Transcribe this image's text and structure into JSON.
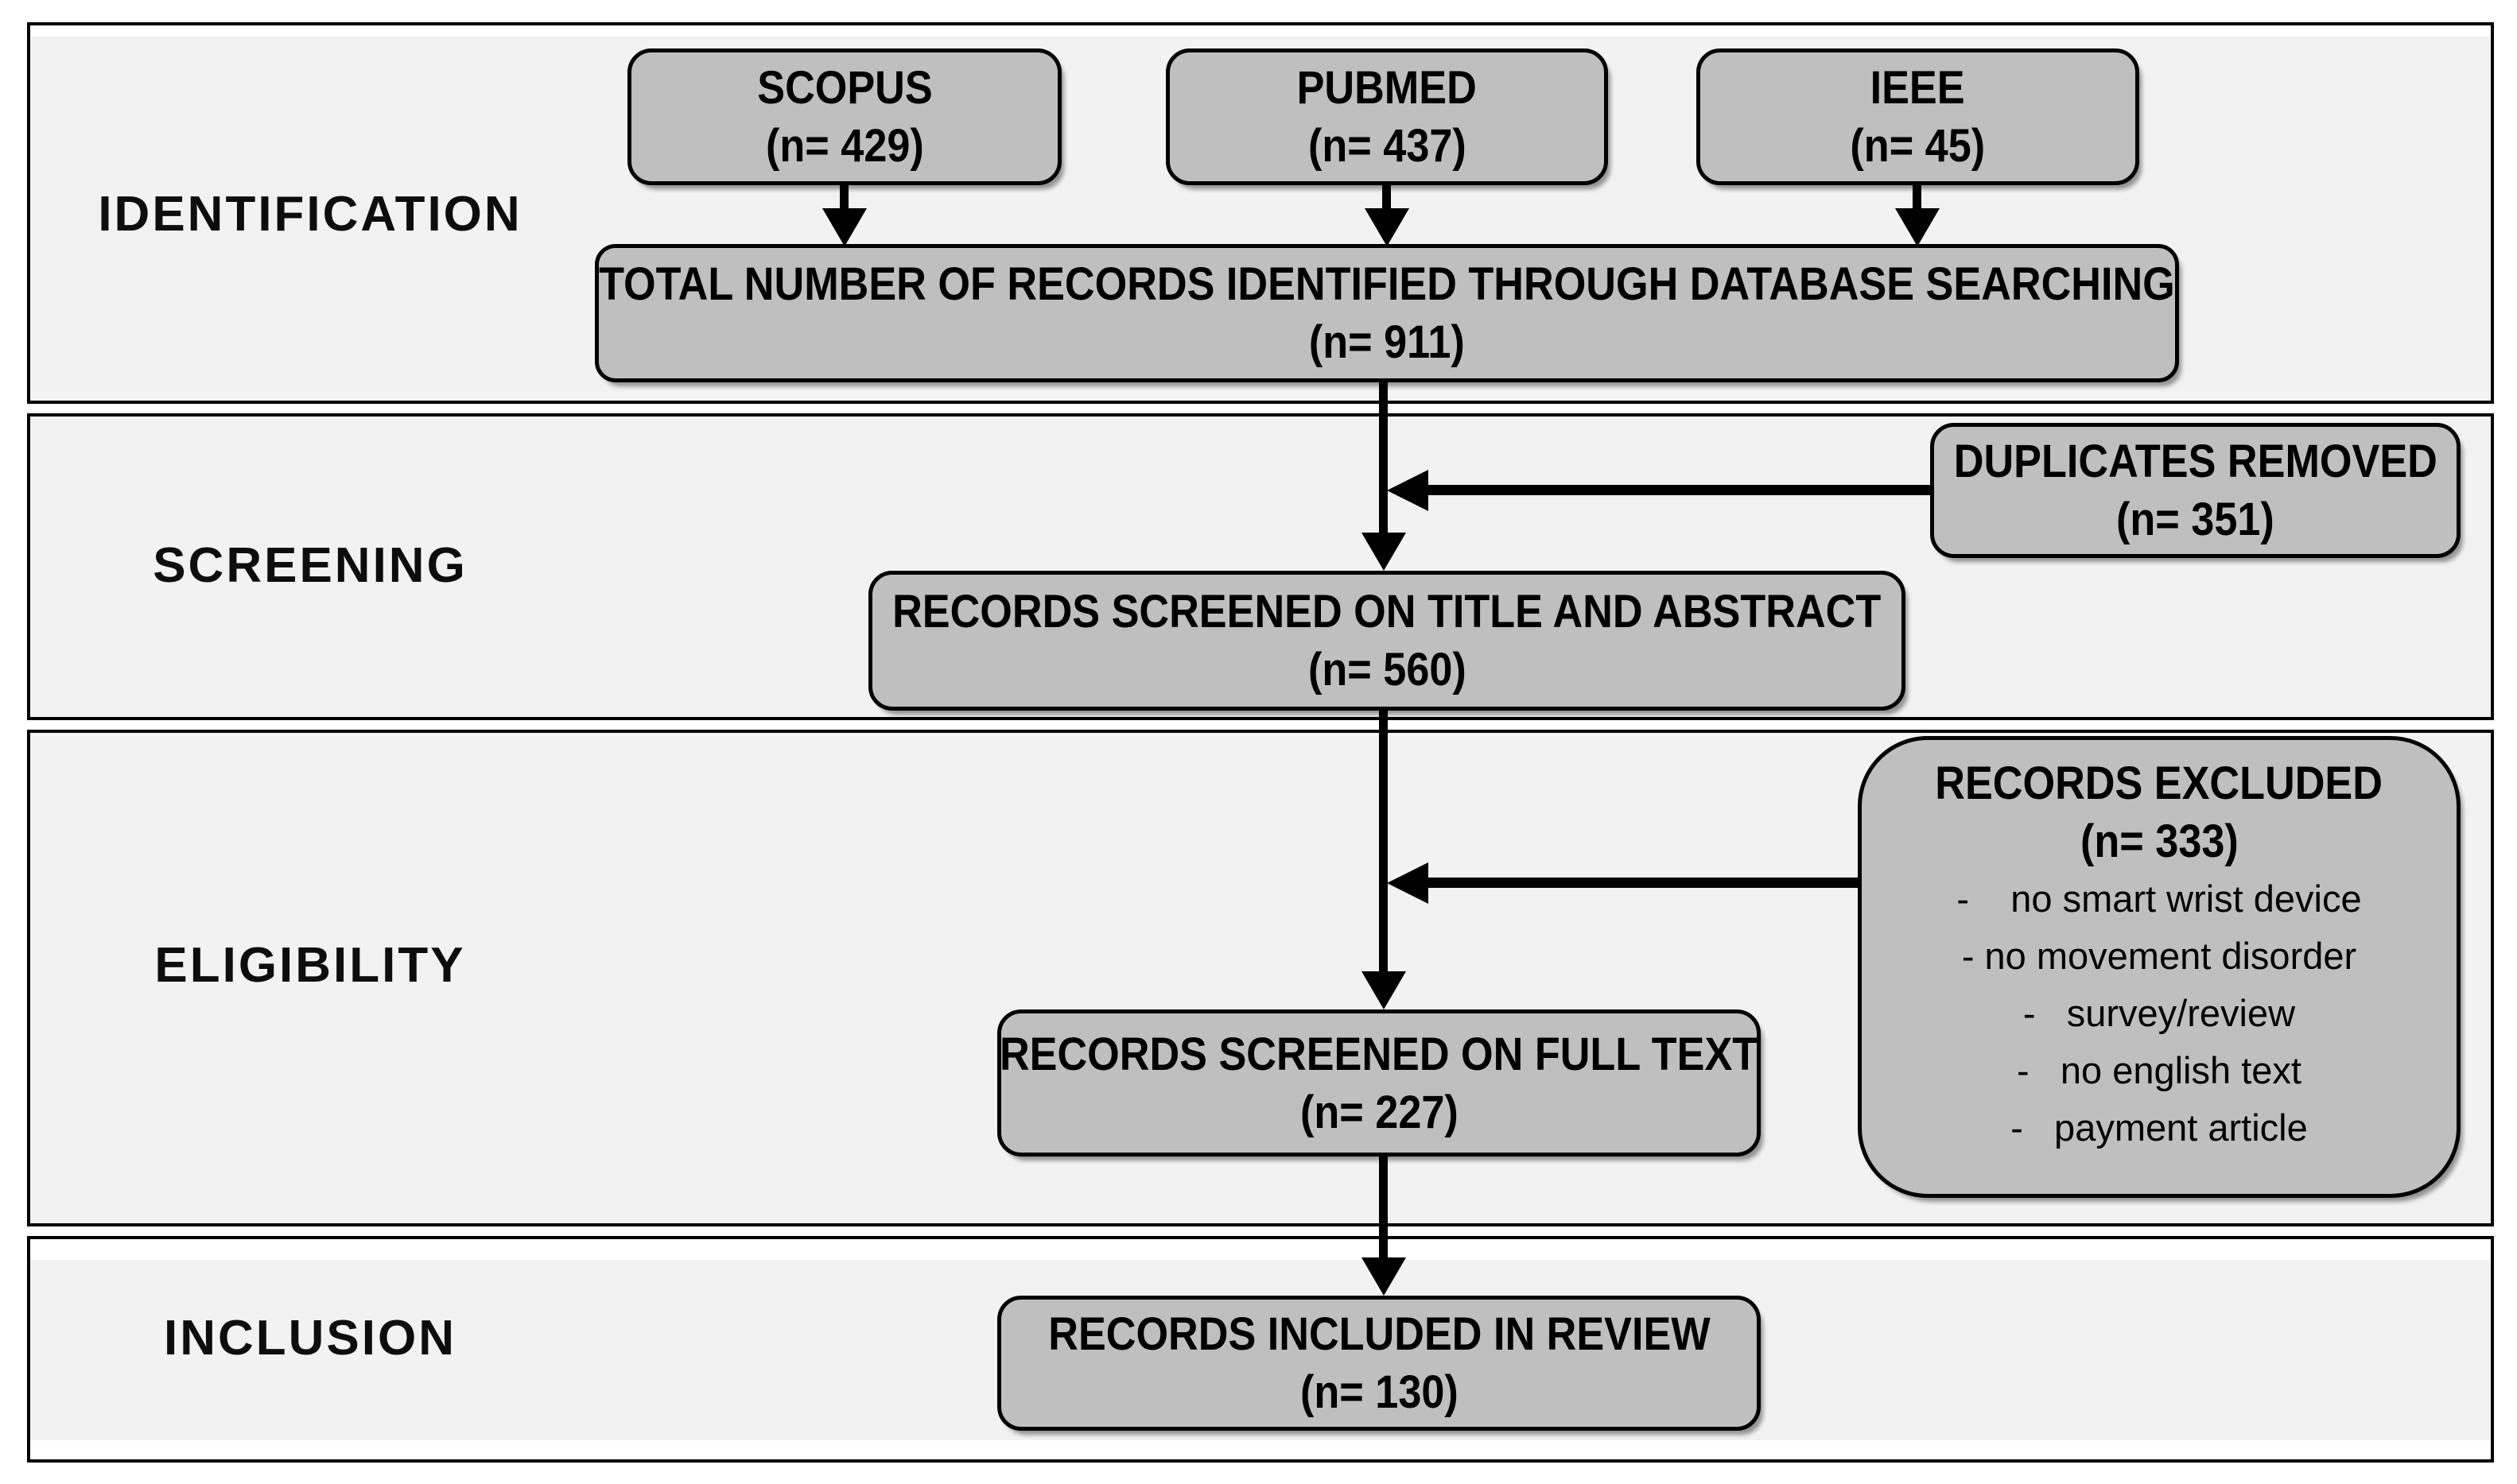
{
  "sections": [
    {
      "label": "IDENTIFICATION"
    },
    {
      "label": "SCREENING"
    },
    {
      "label": "ELIGIBILITY"
    },
    {
      "label": "INCLUSION"
    }
  ],
  "boxes": {
    "scopus": {
      "title": "SCOPUS",
      "count": "(n= 429)"
    },
    "pubmed": {
      "title": "PUBMED",
      "count": "(n= 437)"
    },
    "ieee": {
      "title": "IEEE",
      "count": "(n= 45)"
    },
    "total": {
      "title": "TOTAL NUMBER OF RECORDS IDENTIFIED THROUGH DATABASE SEARCHING",
      "count": "(n= 911)"
    },
    "duplicates": {
      "title": "DUPLICATES REMOVED",
      "count": "(n= 351)"
    },
    "screened_title_abstract": {
      "title": "RECORDS SCREENED ON TITLE AND ABSTRACT",
      "count": "(n= 560)"
    },
    "excluded": {
      "title": "RECORDS EXCLUDED",
      "count": "(n= 333)",
      "reasons": [
        "-    no smart wrist device",
        "- no movement disorder",
        "-   survey/review",
        "-   no english text",
        "-   payment article"
      ]
    },
    "screened_full_text": {
      "title": "RECORDS SCREENED ON FULL TEXT",
      "count": "(n= 227)"
    },
    "included": {
      "title": "RECORDS INCLUDED IN REVIEW",
      "count": "(n= 130)"
    }
  },
  "colors": {
    "band_fill": "#f2f2f2",
    "box_fill": "#bfbfbf",
    "border": "#000000",
    "background": "#ffffff"
  }
}
